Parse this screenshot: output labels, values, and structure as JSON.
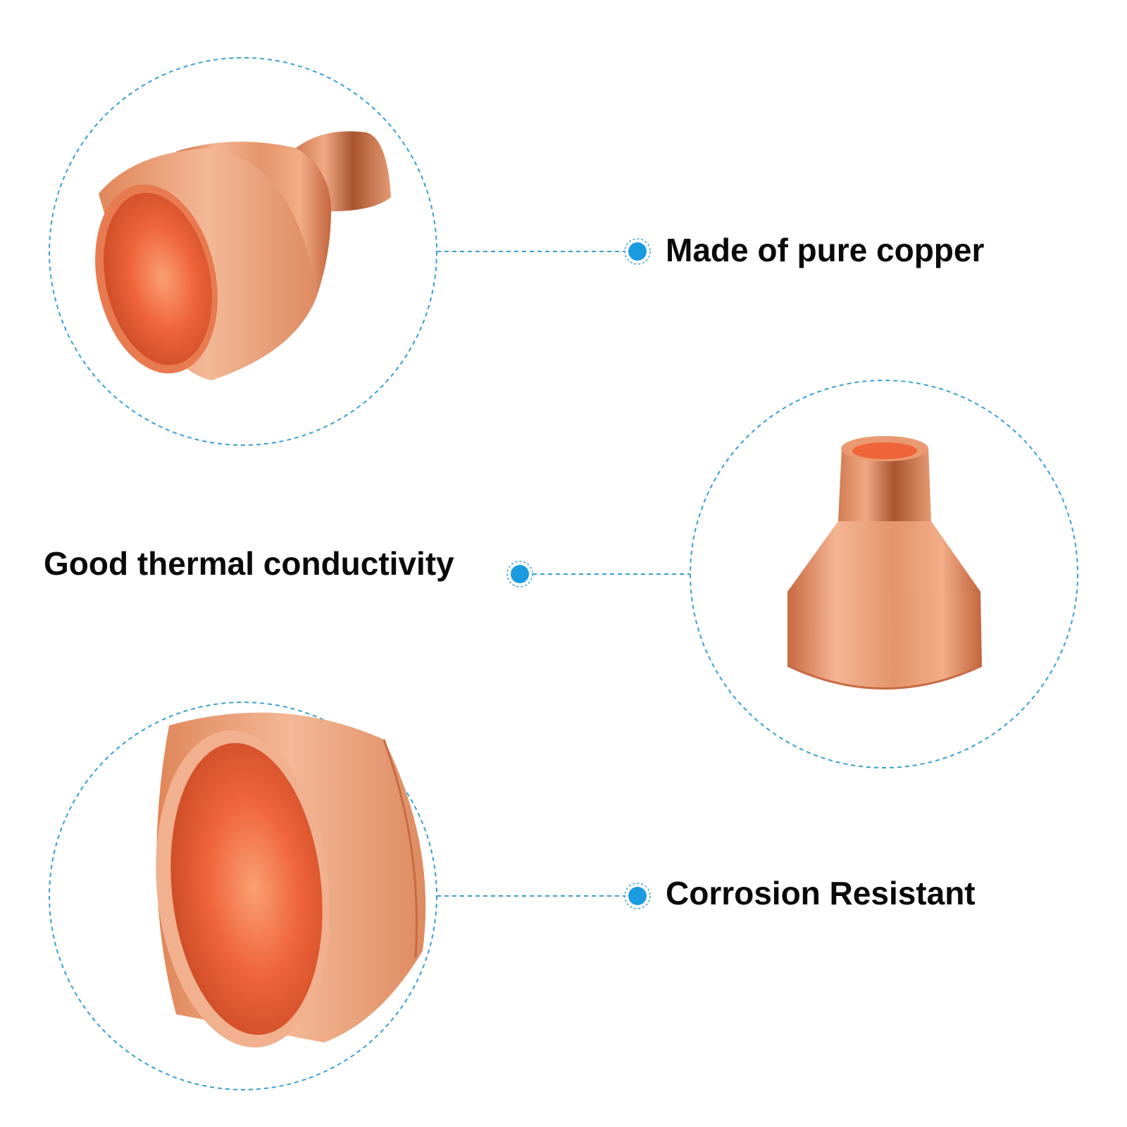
{
  "features": [
    {
      "label": "Made of pure copper"
    },
    {
      "label": "Good thermal conductivity"
    },
    {
      "label": "Corrosion Resistant"
    }
  ],
  "colors": {
    "accent": "#1a9be0",
    "dashed_line": "#3a9fcf",
    "copper_light": "#f3b28d",
    "copper_mid": "#e08659",
    "copper_dark": "#b85a35",
    "copper_inner": "#f06a3c",
    "label_text": "#0a0a0a",
    "background": "#ffffff"
  },
  "icons": {
    "marker": "dot-icon"
  }
}
